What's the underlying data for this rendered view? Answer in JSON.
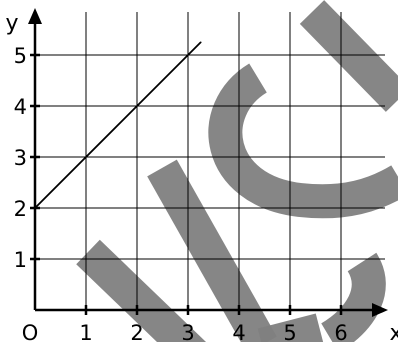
{
  "chart_data": {
    "type": "line",
    "xlabel": "x",
    "ylabel": "y",
    "origin_label": "O",
    "xlim": [
      0,
      6.9
    ],
    "ylim": [
      0,
      5.9
    ],
    "xticks": [
      1,
      2,
      3,
      4,
      5,
      6
    ],
    "yticks": [
      1,
      2,
      3,
      4,
      5
    ],
    "x_tick_labels": [
      "1",
      "2",
      "3",
      "4",
      "5",
      "6"
    ],
    "y_tick_labels": [
      "1",
      "2",
      "3",
      "4",
      "5"
    ],
    "grid": true,
    "grid_step": 1,
    "series": [
      {
        "x": [
          0,
          3.25
        ],
        "y": [
          2,
          5.25
        ],
        "color": "#000000"
      }
    ],
    "watermark_color": "#7f7f7f"
  }
}
